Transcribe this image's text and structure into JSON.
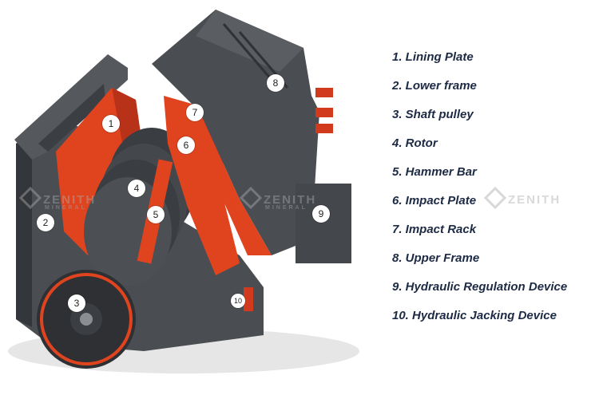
{
  "parts": [
    {
      "number": "1",
      "label": "1. Lining Plate"
    },
    {
      "number": "2",
      "label": "2. Lower frame"
    },
    {
      "number": "3",
      "label": "3. Shaft pulley"
    },
    {
      "number": "4",
      "label": "4. Rotor"
    },
    {
      "number": "5",
      "label": "5. Hammer Bar"
    },
    {
      "number": "6",
      "label": "6. Impact Plate"
    },
    {
      "number": "7",
      "label": "7. Impact Rack"
    },
    {
      "number": "8",
      "label": "8. Upper Frame"
    },
    {
      "number": "9",
      "label": "9. Hydraulic Regulation Device"
    },
    {
      "number": "10",
      "label": "10. Hydraulic Jacking Device"
    }
  ],
  "watermark": {
    "brand": "ZENITH",
    "sub": "MINERAL"
  },
  "colors": {
    "frame": "#4a4d52",
    "frame_dark": "#33363a",
    "accent": "#e0441f",
    "accent_dark": "#b8321a",
    "legend_text": "#1d2a44"
  }
}
